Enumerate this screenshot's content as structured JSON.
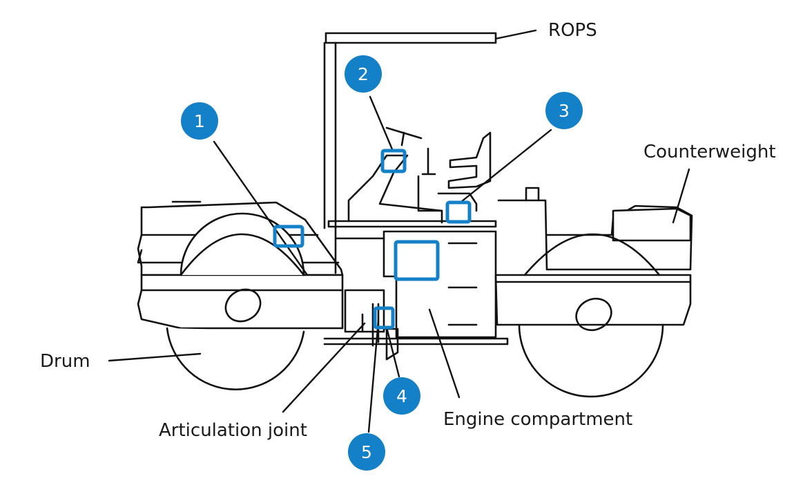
{
  "accent_color": "#1480c8",
  "labels": {
    "rops": "ROPS",
    "counterweight": "Counterweight",
    "drum": "Drum",
    "articulation_joint": "Articulation joint",
    "engine_compartment": "Engine compartment"
  },
  "markers": [
    "1",
    "2",
    "3",
    "4",
    "5"
  ]
}
